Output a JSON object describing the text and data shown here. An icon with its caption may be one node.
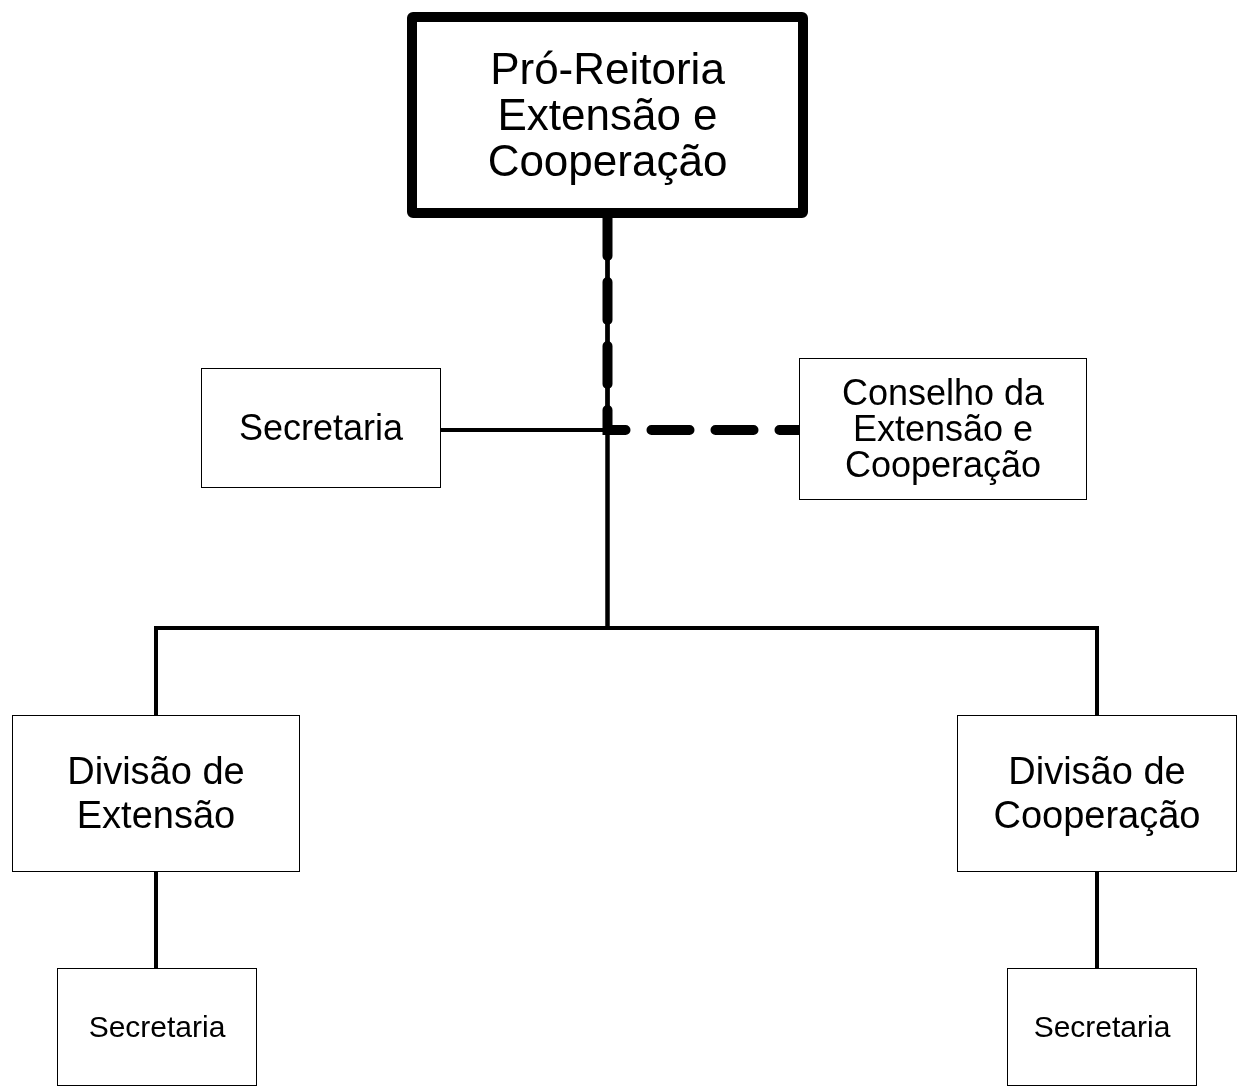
{
  "diagram": {
    "nodes": [
      {
        "text": [
          "Pró-Reitoria Extensão e Cooperação"
        ]
      },
      {
        "text": [
          "Secretaria"
        ]
      },
      {
        "text": [
          "Conselho da Extensão e Cooperação"
        ]
      },
      {
        "text": [
          "Divisão de Extensão"
        ]
      },
      {
        "text": [
          "Divisão de Cooperação"
        ]
      },
      {
        "text": [
          "Secretaria"
        ]
      },
      {
        "text": [
          "Secretaria"
        ]
      }
    ],
    "edges": [
      {
        "from": 0,
        "to": 1,
        "arrow": "none"
      },
      {
        "from": 0,
        "to": 2,
        "arrow": "none",
        "style": "dashed"
      },
      {
        "from": 0,
        "to": 3,
        "arrow": "none"
      },
      {
        "from": 0,
        "to": 4,
        "arrow": "none"
      },
      {
        "from": 3,
        "to": 5,
        "arrow": "none"
      },
      {
        "from": 4,
        "to": 6,
        "arrow": "none"
      }
    ]
  }
}
